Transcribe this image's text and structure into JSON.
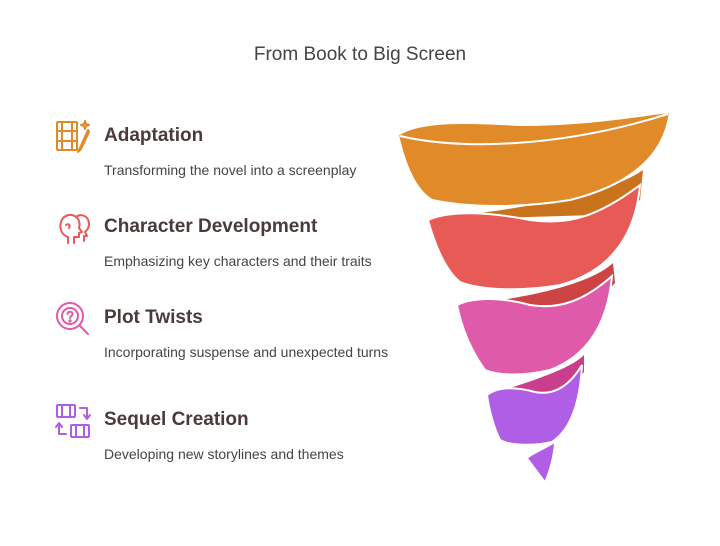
{
  "title": "From Book to Big Screen",
  "steps": [
    {
      "title": "Adaptation",
      "description": "Transforming the novel into a screenplay",
      "icon": "film-pencil-icon",
      "color": "#E08A2A"
    },
    {
      "title": "Character Development",
      "description": "Emphasizing key characters and their traits",
      "icon": "heads-profile-icon",
      "color": "#E85A55"
    },
    {
      "title": "Plot Twists",
      "description": "Incorporating suspense and unexpected turns",
      "icon": "magnifier-question-icon",
      "color": "#E05AAA"
    },
    {
      "title": "Sequel Creation",
      "description": "Developing new storylines and themes",
      "icon": "film-cycle-icon",
      "color": "#B05EE5"
    }
  ]
}
